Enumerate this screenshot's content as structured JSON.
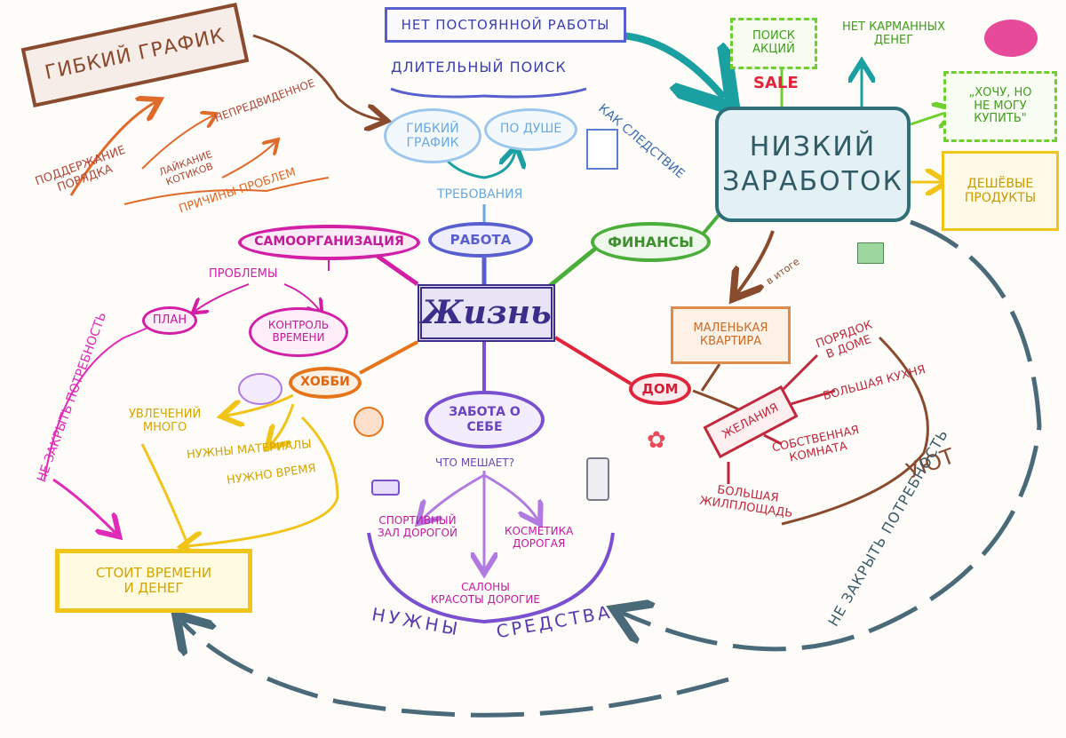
{
  "colors": {
    "center": "#3b2d8a",
    "work": "#5a5fd0",
    "finance": "#4cae3a",
    "selforg": "#d21fa6",
    "hobby": "#e8741a",
    "care": "#7a4fd0",
    "home": "#e0243c",
    "income": "#2f6f7a",
    "brown": "#8a4a2e",
    "orange": "#e06a2a",
    "yellow": "#f0c419",
    "lime": "#6fcf2e",
    "teal": "#1aa0a0",
    "sky": "#6aa9e0",
    "magenta": "#e02ab8"
  },
  "center": {
    "label": "Жизнь"
  },
  "branches": {
    "work": "работа",
    "finance": "финансы",
    "selforg": "самоорганизация",
    "hobby": "хобби",
    "care": "забота о\nсебе",
    "home": "дом"
  },
  "work": {
    "no_job": "нет постоянной работы",
    "long_search": "длительный поиск",
    "requirements": "требования",
    "flexible": "гибкий\nграфик",
    "to_soul": "по душе",
    "consequence": "как следствие"
  },
  "income": {
    "low": "низкий\nзаработок",
    "promo_search": "поиск\nакций",
    "sale": "SALE",
    "no_pocket": "нет карманных\nденег",
    "want": "„хочу, но\nне могу\nкупить\"",
    "cheap": "дешёвые\nпродукты"
  },
  "home": {
    "in_total": "в итоге",
    "small_apartment": "маленькая\nквартира",
    "wishes": "желания",
    "order": "порядок\nв доме",
    "big_kitchen": "большая кухня",
    "own_room": "собственная\nкомната",
    "big_space": "большая\nжилплощадь",
    "cozy": "уют"
  },
  "selforg": {
    "flexible_top": "гибкий график",
    "unexpected": "непредвиденное",
    "keep_order": "поддержание\nпорядка",
    "cats": "лайкание\nкотиков",
    "causes": "причины проблем",
    "problems": "проблемы",
    "plan": "план",
    "time_control": "контроль\nвремени",
    "not_cover": "не закрыть потребность"
  },
  "hobby": {
    "many_interests": "увлечений\nмного",
    "materials": "нужны материалы",
    "time_needed": "нужно время",
    "costs": "стоит времени\nи денег"
  },
  "care": {
    "what_hinders": "что мешает?",
    "gym": "спортивный\nзал дорогой",
    "cosmetics": "косметика\nдорогая",
    "salons": "салоны\nкрасоты дорогие",
    "need_means_1": "нужны",
    "need_means_2": "средства"
  },
  "loop": {
    "not_cover_right": "не закрыть потребность"
  }
}
